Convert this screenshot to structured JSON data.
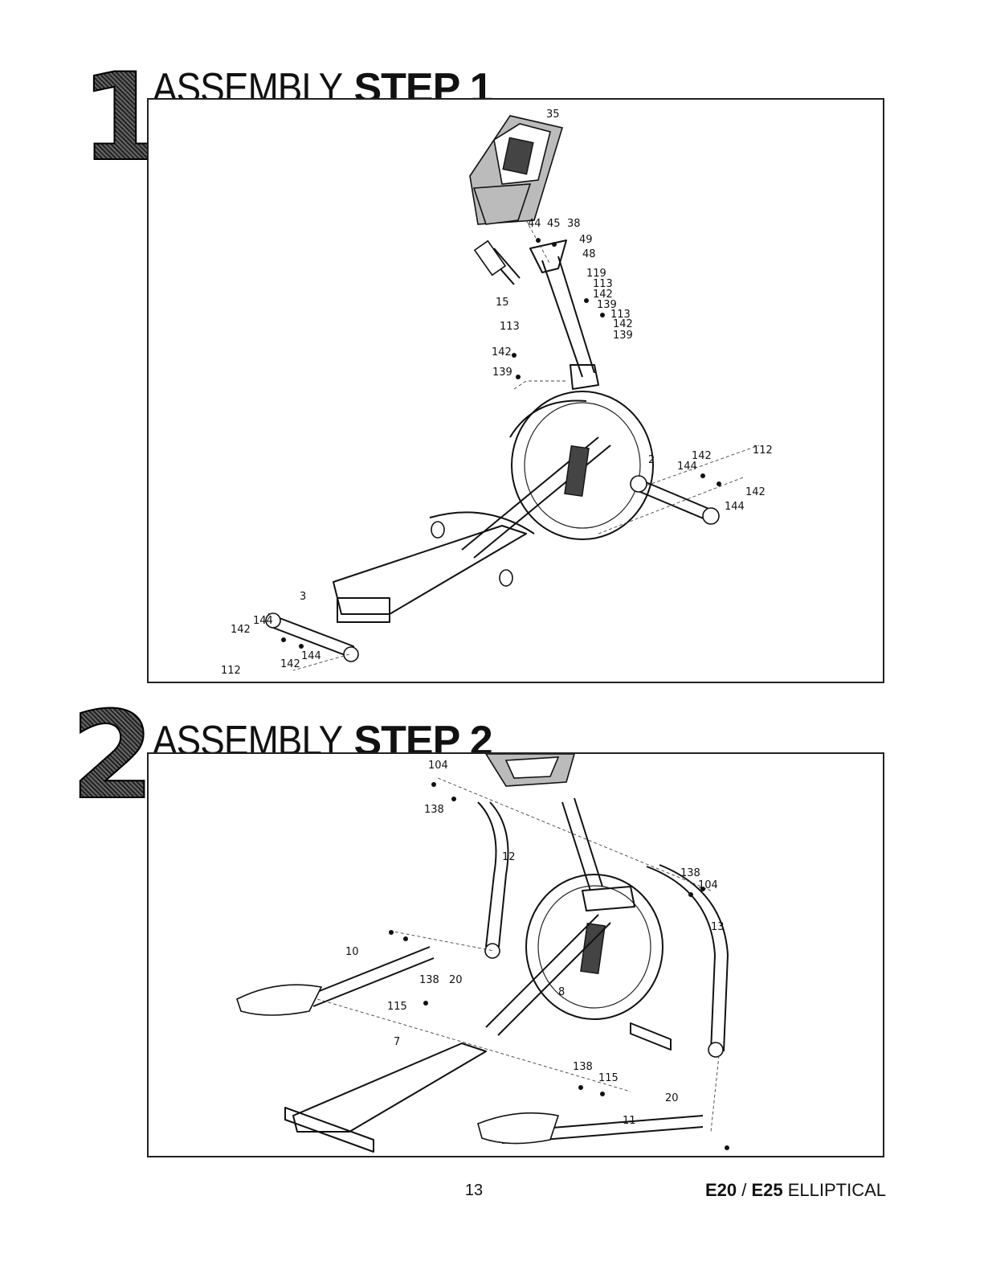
{
  "steps": [
    {
      "number": "1",
      "title_light": "ASSEMBLY",
      "title_bold": "STEP 1",
      "callouts": [
        "35",
        "44",
        "45",
        "38",
        "49",
        "48",
        "119",
        "113",
        "142",
        "139",
        "113",
        "142",
        "139",
        "15",
        "113",
        "142",
        "139",
        "2",
        "142",
        "144",
        "112",
        "142",
        "144",
        "3",
        "144",
        "142",
        "112",
        "142",
        "144"
      ]
    },
    {
      "number": "2",
      "title_light": "ASSEMBLY",
      "title_bold": "STEP 2",
      "callouts": [
        "104",
        "138",
        "12",
        "138",
        "104",
        "13",
        "10",
        "138",
        "20",
        "115",
        "8",
        "7",
        "138",
        "115",
        "20",
        "11"
      ]
    }
  ],
  "footer": {
    "page_number": "13",
    "model_a": "E20",
    "separator": " / ",
    "model_b": "E25",
    "product": " ELLIPTICAL"
  }
}
